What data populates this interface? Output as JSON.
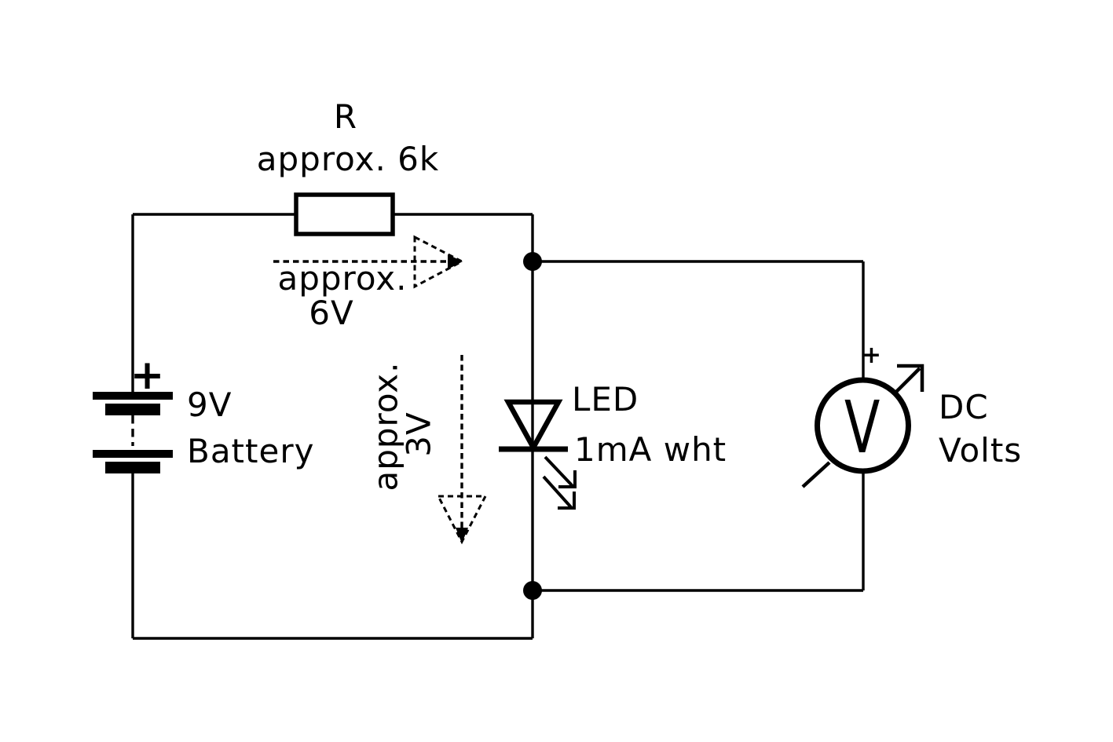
{
  "colors": {
    "background": "#ffffff",
    "ink": "#000000"
  },
  "battery": {
    "polarity_label": "+",
    "voltage_label": "9V",
    "name_label": "Battery"
  },
  "resistor": {
    "name_label": "R",
    "value_label": "approx. 6k"
  },
  "led": {
    "name_label": "LED",
    "spec_label": "1mA wht"
  },
  "voltmeter": {
    "polarity_label": "+",
    "dial_letter": "V",
    "type_label": "DC",
    "unit_label": "Volts"
  },
  "annotations": {
    "resistor_voltage": {
      "line1": "approx.",
      "line2": "6V"
    },
    "led_voltage": {
      "line1": "approx.",
      "line2": "3V"
    }
  }
}
